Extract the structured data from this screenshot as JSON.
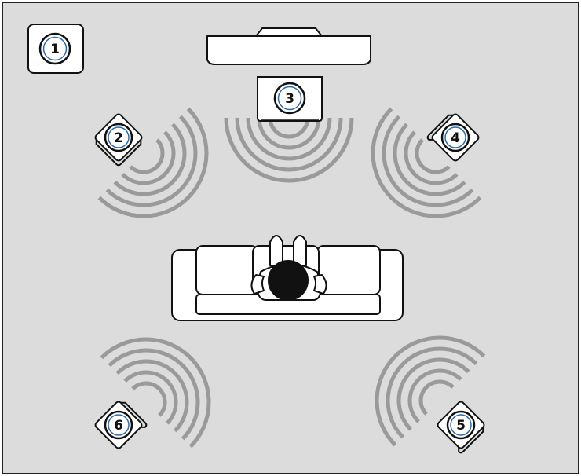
{
  "colors": {
    "room_fill": "#dcdcdc",
    "room_stroke": "#222222",
    "ink": "#111111",
    "accent_ring": "#2a6cb0",
    "wave": "#9a9a9a"
  },
  "badges": [
    {
      "id": "badge-1",
      "label": "1",
      "icon": "subwoofer-icon"
    },
    {
      "id": "badge-2",
      "label": "2",
      "icon": "speaker-front-left-icon"
    },
    {
      "id": "badge-3",
      "label": "3",
      "icon": "speaker-center-icon"
    },
    {
      "id": "badge-4",
      "label": "4",
      "icon": "speaker-front-right-icon"
    },
    {
      "id": "badge-5",
      "label": "5",
      "icon": "speaker-rear-right-icon"
    },
    {
      "id": "badge-6",
      "label": "6",
      "icon": "speaker-rear-left-icon"
    }
  ]
}
